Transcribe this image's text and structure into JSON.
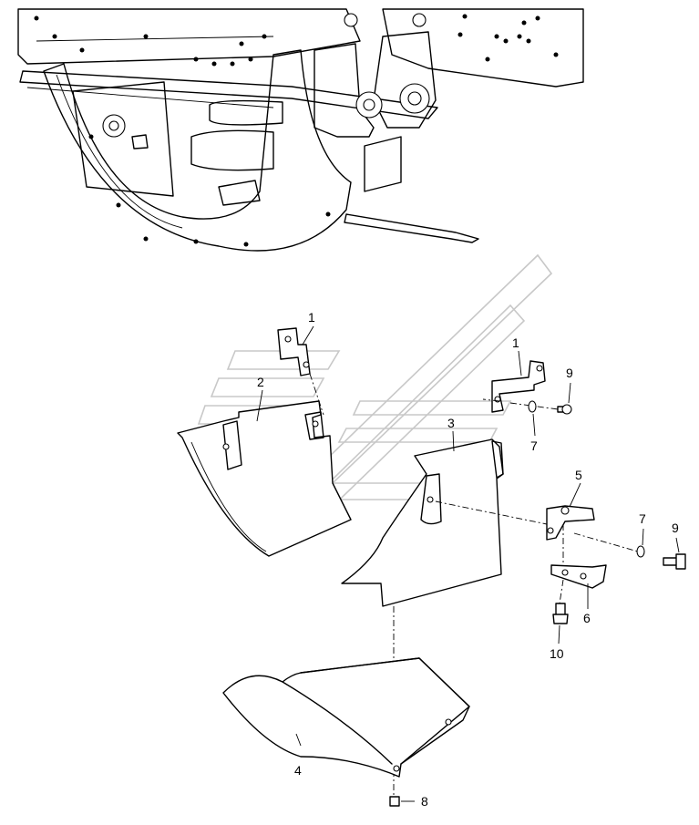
{
  "diagram": {
    "callouts": [
      {
        "id": "c1a",
        "text": "1"
      },
      {
        "id": "c1b",
        "text": "1"
      },
      {
        "id": "c2",
        "text": "2"
      },
      {
        "id": "c3",
        "text": "3"
      },
      {
        "id": "c4",
        "text": "4"
      },
      {
        "id": "c5",
        "text": "5"
      },
      {
        "id": "c6",
        "text": "6"
      },
      {
        "id": "c7a",
        "text": "7"
      },
      {
        "id": "c7b",
        "text": "7"
      },
      {
        "id": "c8",
        "text": "8"
      },
      {
        "id": "c9a",
        "text": "9"
      },
      {
        "id": "c9b",
        "text": "9"
      },
      {
        "id": "c10",
        "text": "10"
      }
    ],
    "colors": {
      "line": "#000000",
      "background": "#ffffff",
      "watermark": "#c8c8c8"
    }
  }
}
